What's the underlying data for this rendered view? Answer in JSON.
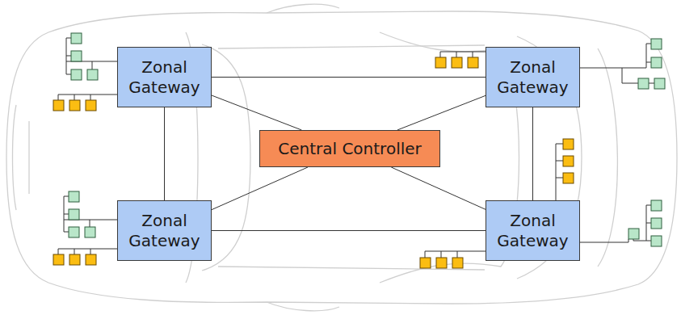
{
  "diagram": {
    "nodes": [
      {
        "text": [
          "Zonal Gateway"
        ]
      },
      {
        "text": [
          "Zonal Gateway"
        ]
      },
      {
        "text": [
          "Central Controller"
        ]
      },
      {
        "text": [
          "Zonal Gateway"
        ]
      },
      {
        "text": [
          "Zonal Gateway"
        ]
      }
    ],
    "edges": [
      {
        "from": 0,
        "to": 1,
        "arrow": "none"
      },
      {
        "from": 0,
        "to": 2,
        "arrow": "none"
      },
      {
        "from": 1,
        "to": 2,
        "arrow": "none"
      },
      {
        "from": 2,
        "to": 3,
        "arrow": "none"
      },
      {
        "from": 2,
        "to": 4,
        "arrow": "none"
      },
      {
        "from": 0,
        "to": 3,
        "arrow": "none"
      },
      {
        "from": 1,
        "to": 4,
        "arrow": "none"
      },
      {
        "from": 3,
        "to": 4,
        "arrow": "none"
      }
    ]
  }
}
